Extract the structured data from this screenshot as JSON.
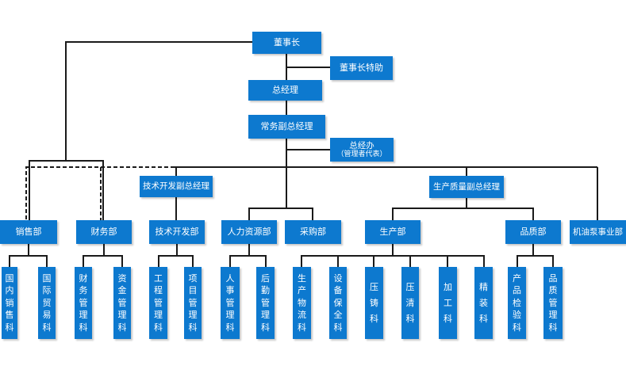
{
  "colors": {
    "box_fill": "#0d79cf",
    "box_text": "#ffffff",
    "line": "#1a1a1a",
    "background": "#ffffff"
  },
  "nodes": {
    "chairman": "董事长",
    "chairman_assistant": "董事长特助",
    "general_manager": "总经理",
    "executive_deputy_gm": "常务副总经理",
    "gm_office": {
      "line1": "总经办",
      "line2": "（管理者代表）"
    },
    "tech_deputy_gm": "技术开发副总经理",
    "quality_deputy_gm": "生产质量副总经理",
    "dept_sales": "销售部",
    "dept_finance": "财务部",
    "dept_tech_dev": "技术开发部",
    "dept_hr": "人力资源部",
    "dept_procurement": "采购部",
    "dept_production": "生产部",
    "dept_quality": "品质部",
    "dept_oil_pump": "机油泵事业部",
    "sec_domestic_sales": "国内销售科",
    "sec_intl_trade": "国际贸易科",
    "sec_finance_mgmt": "财务管理科",
    "sec_capital_mgmt": "资金管理科",
    "sec_engineering_mgmt": "工程管理科",
    "sec_project_mgmt": "项目管理科",
    "sec_personnel_mgmt": "人事管理科",
    "sec_logistics_mgmt": "后勤管理科",
    "sec_production_logistics": "生产物流科",
    "sec_equipment_maintenance": "设备保全科",
    "sec_die_casting": "压铸科",
    "sec_cleaning": "压清科",
    "sec_machining": "加工科",
    "sec_finishing": "精装科",
    "sec_product_inspection": "产品检验科",
    "sec_quality_mgmt": "品质管理科"
  },
  "edges": [
    {
      "from": "董事长",
      "to": "董事长特助",
      "style": "solid"
    },
    {
      "from": "董事长",
      "to": "总经理",
      "style": "solid"
    },
    {
      "from": "董事长",
      "to": "销售部",
      "style": "solid"
    },
    {
      "from": "董事长",
      "to": "财务部",
      "style": "solid"
    },
    {
      "from": "总经理",
      "to": "常务副总经理",
      "style": "solid"
    },
    {
      "from": "常务副总经理",
      "to": "总经办（管理者代表）",
      "style": "solid"
    },
    {
      "from": "常务副总经理",
      "to": "技术开发副总经理",
      "style": "solid"
    },
    {
      "from": "常务副总经理",
      "to": "生产质量副总经理",
      "style": "solid"
    },
    {
      "from": "常务副总经理",
      "to": "人力资源部",
      "style": "solid"
    },
    {
      "from": "常务副总经理",
      "to": "采购部",
      "style": "solid"
    },
    {
      "from": "常务副总经理",
      "to": "机油泵事业部",
      "style": "solid"
    },
    {
      "from": "常务副总经理",
      "to": "销售部",
      "style": "dashed"
    },
    {
      "from": "常务副总经理",
      "to": "财务部",
      "style": "dashed"
    },
    {
      "from": "技术开发副总经理",
      "to": "技术开发部",
      "style": "solid"
    },
    {
      "from": "生产质量副总经理",
      "to": "生产部",
      "style": "solid"
    },
    {
      "from": "生产质量副总经理",
      "to": "品质部",
      "style": "solid"
    },
    {
      "from": "销售部",
      "to": "国内销售科",
      "style": "solid"
    },
    {
      "from": "销售部",
      "to": "国际贸易科",
      "style": "solid"
    },
    {
      "from": "财务部",
      "to": "财务管理科",
      "style": "solid"
    },
    {
      "from": "财务部",
      "to": "资金管理科",
      "style": "solid"
    },
    {
      "from": "技术开发部",
      "to": "工程管理科",
      "style": "solid"
    },
    {
      "from": "技术开发部",
      "to": "项目管理科",
      "style": "solid"
    },
    {
      "from": "人力资源部",
      "to": "人事管理科",
      "style": "solid"
    },
    {
      "from": "人力资源部",
      "to": "后勤管理科",
      "style": "solid"
    },
    {
      "from": "生产部",
      "to": "生产物流科",
      "style": "solid"
    },
    {
      "from": "生产部",
      "to": "设备保全科",
      "style": "solid"
    },
    {
      "from": "生产部",
      "to": "压铸科",
      "style": "solid"
    },
    {
      "from": "生产部",
      "to": "压清科",
      "style": "solid"
    },
    {
      "from": "生产部",
      "to": "加工科",
      "style": "solid"
    },
    {
      "from": "生产部",
      "to": "精装科",
      "style": "solid"
    },
    {
      "from": "品质部",
      "to": "产品检验科",
      "style": "solid"
    },
    {
      "from": "品质部",
      "to": "品质管理科",
      "style": "solid"
    }
  ]
}
